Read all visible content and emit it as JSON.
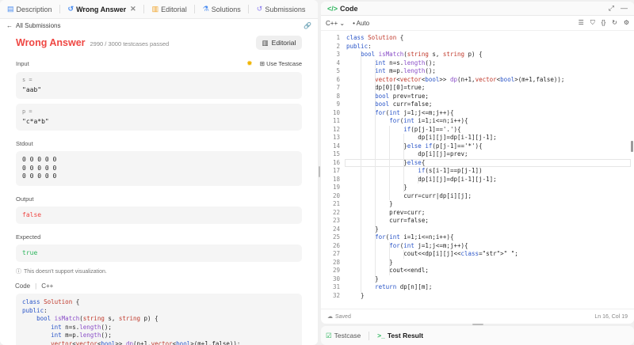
{
  "left_tabs": [
    {
      "label": "Description"
    },
    {
      "label": "Wrong Answer"
    },
    {
      "label": "Editorial"
    },
    {
      "label": "Solutions"
    },
    {
      "label": "Submissions"
    }
  ],
  "subbar": {
    "back_label": "All Submissions"
  },
  "result": {
    "status": "Wrong Answer",
    "passed": "2990 / 3000 testcases passed",
    "editorial_btn": "Editorial"
  },
  "input": {
    "label": "Input",
    "use_testcase": "Use Testcase",
    "s_key": "s =",
    "s_val": "\"aab\"",
    "p_key": "p =",
    "p_val": "\"c*a*b\""
  },
  "stdout": {
    "label": "Stdout",
    "lines": [
      "0 0 0 0 0",
      "0 0 0 0 0",
      "0 0 0 0 0"
    ]
  },
  "output": {
    "label": "Output",
    "value": "false"
  },
  "expected": {
    "label": "Expected",
    "value": "true"
  },
  "note": "This doesn't support visualization.",
  "code_section": {
    "label": "Code",
    "lang": "C++"
  },
  "right": {
    "title": "Code",
    "lang": "C++",
    "auto": "Auto",
    "status_saved": "Saved",
    "status_pos": "Ln 16, Col 19"
  },
  "bottom_tabs": [
    {
      "label": "Testcase"
    },
    {
      "label": "Test Result"
    }
  ],
  "code_lines": [
    "class Solution {",
    "public:",
    "    bool isMatch(string s, string p) {",
    "        int n=s.length();",
    "        int m=p.length();",
    "        vector<vector<bool>> dp(n+1,vector<bool>(m+1,false));",
    "        dp[0][0]=true;",
    "        bool prev=true;",
    "        bool curr=false;",
    "        for(int j=1;j<=m;j++){",
    "            for(int i=1;i<=n;i++){",
    "                if(p[j-1]=='.'){",
    "                    dp[i][j]=dp[i-1][j-1];",
    "                }else if(p[j-1]=='*'){",
    "                    dp[i][j]=prev;",
    "                }else{",
    "                    if(s[i-1]==p[j-1])",
    "                    dp[i][j]=dp[i-1][j-1];",
    "                }",
    "                curr=curr|dp[i][j];",
    "            }",
    "            prev=curr;",
    "            curr=false;",
    "        }",
    "        for(int i=1;i<=n;i++){",
    "            for(int j=1;j<=m;j++){",
    "                cout<<dp[i][j]<<\" \";",
    "            }",
    "            cout<<endl;",
    "        }",
    "        return dp[n][m];",
    "    }"
  ],
  "preview_lines": [
    "class Solution {",
    "public:",
    "    bool isMatch(string s, string p) {",
    "        int n=s.length();",
    "        int m=p.length();",
    "        vector<vector<bool>> dp(n+1,vector<bool>(m+1,false));",
    "        dp[0][0]=true;"
  ]
}
